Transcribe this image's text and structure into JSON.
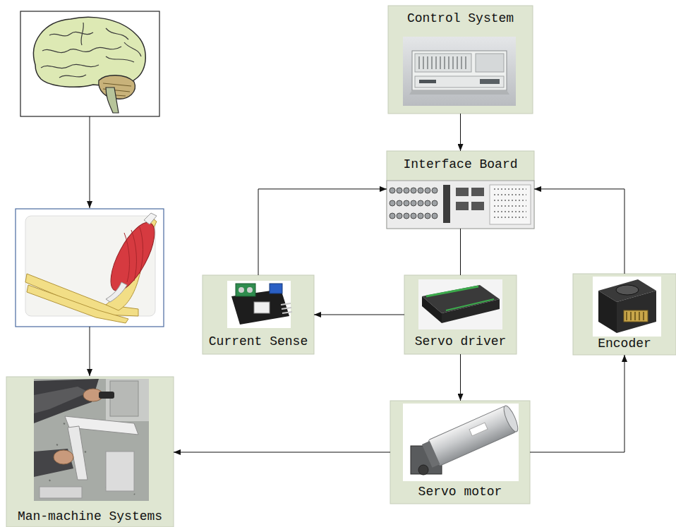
{
  "diagram": {
    "nodes": [
      {
        "text": [
          "Control System"
        ]
      },
      {
        "text": [
          "Interface Board"
        ]
      },
      {
        "text": [
          "Current Sense"
        ]
      },
      {
        "text": [
          "Servo driver"
        ]
      },
      {
        "text": [
          "Encoder"
        ]
      },
      {
        "text": [
          "Man-machine Systems"
        ]
      },
      {
        "text": [
          "Servo motor"
        ]
      }
    ],
    "edges": [
      {
        "from": 0,
        "to": 1,
        "arrow": "to"
      },
      {
        "from": 2,
        "to": 1,
        "arrow": "to"
      },
      {
        "from": 4,
        "to": 1,
        "arrow": "to"
      },
      {
        "from": 1,
        "to": 3,
        "arrow": "none"
      },
      {
        "from": 3,
        "to": 2,
        "arrow": "to"
      },
      {
        "from": 3,
        "to": 6,
        "arrow": "to"
      },
      {
        "from": 6,
        "to": 4,
        "arrow": "to"
      },
      {
        "from": 6,
        "to": 5,
        "arrow": "to"
      }
    ]
  }
}
